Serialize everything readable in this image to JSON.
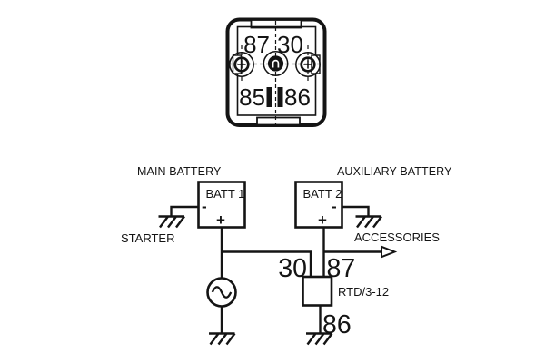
{
  "colors": {
    "ink": "#141414",
    "background": "#ffffff"
  },
  "socket": {
    "pin_top_left": "87",
    "pin_top_right": "30",
    "pin_bottom_left": "85",
    "pin_bottom_right": "86"
  },
  "circuit": {
    "main_battery_label": "MAIN BATTERY",
    "aux_battery_label": "AUXILIARY BATTERY",
    "batt1_label": "BATT 1",
    "batt2_label": "BATT 2",
    "batt1_minus": "-",
    "batt1_plus": "+",
    "batt2_minus": "-",
    "batt2_plus": "+",
    "starter_label": "STARTER",
    "accessories_label": "ACCESSORIES",
    "relay_label": "RTD/3-12",
    "pin30": "30",
    "pin87": "87",
    "pin86": "86"
  }
}
